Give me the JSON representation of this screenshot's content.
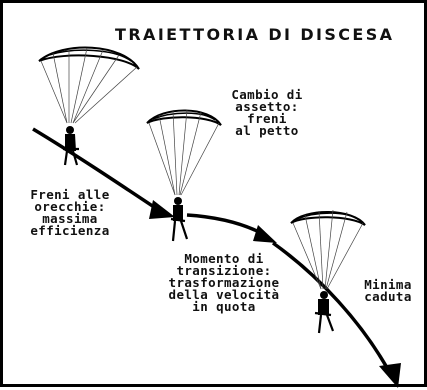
{
  "title": "TRAIETTORIA DI DISCESA",
  "labels": {
    "freni_orecchie": [
      "Freni alle",
      "orecchie:",
      "massima",
      "efficienza"
    ],
    "cambio_assetto": [
      "Cambio di",
      "assetto:",
      "freni",
      "al petto"
    ],
    "transizione": [
      "Momento di",
      "transizione:",
      "trasformazione",
      "della velocità",
      "in quota"
    ],
    "minima_caduta": [
      "Minima",
      "caduta"
    ]
  }
}
